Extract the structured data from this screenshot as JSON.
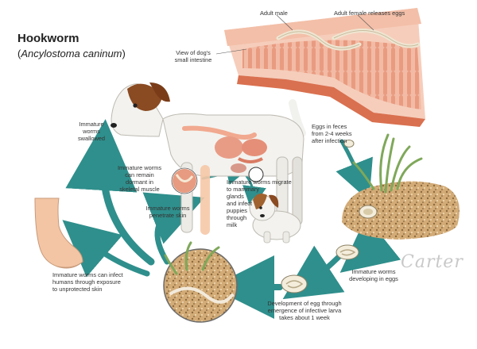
{
  "title": "Hookworm",
  "subtitle": {
    "open": "(",
    "species": "Ancylostoma caninum",
    "close": ")"
  },
  "labels": {
    "adult_male": "Adult male",
    "adult_female": "Adult female releases eggs",
    "intestine_view": "View of dog's\nsmall intestine",
    "eggs_in_feces": "Eggs in feces\nfrom 2-4 weeks\nafter infection",
    "worms_swallowed": "Immature\nworms\nswallowed",
    "dormant": "Immature worms\ncan remain\ndormant in\nskeletal muscle",
    "migrate": "Immature worms migrate\nto mammary\nglands\nand infect\npuppies\nthrough\nmilk",
    "penetrate": "Immature worms\npenetrate skin",
    "infect_humans": "Immature worms can infect\nhumans through exposure\nto unprotected skin",
    "developing": "Immature worms\ndeveloping in eggs",
    "development": "Development of egg through\nemergence of infective larva\ntakes about 1 week"
  },
  "signature": "Carter",
  "colors": {
    "cycle_arrow": "#2f8f8c",
    "intestine": "#e9a48c",
    "soil": "#c9a06b",
    "dog_brown": "#8a4a22",
    "worm": "#efe6d2"
  }
}
